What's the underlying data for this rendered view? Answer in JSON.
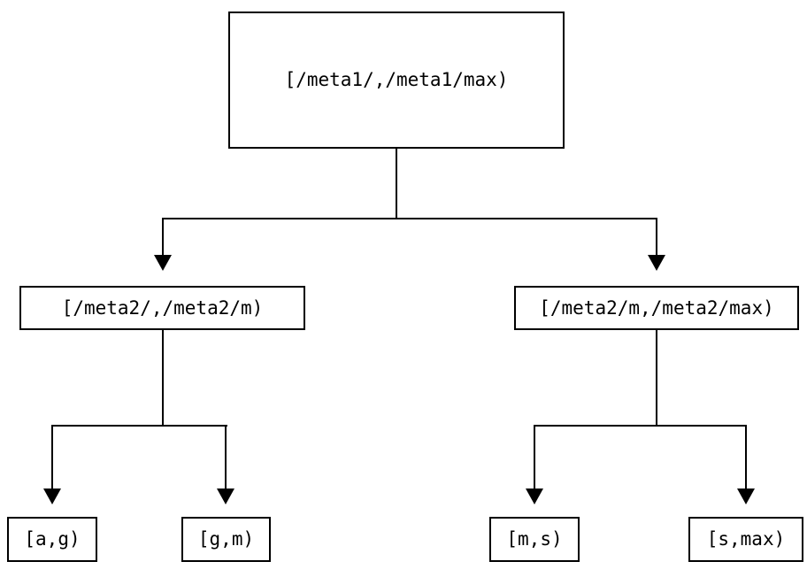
{
  "diagram": {
    "type": "binary-interval-tree",
    "colors": {
      "background": "#ffffff",
      "line": "#000000",
      "text": "#000000"
    },
    "nodes": {
      "root": {
        "label": "[/meta1/,/meta1/max)"
      },
      "meta2_low": {
        "label": "[/meta2/,/meta2/m)"
      },
      "meta2_high": {
        "label": "[/meta2/m,/meta2/max)"
      },
      "leaf_ag": {
        "label": "[a,g)"
      },
      "leaf_gm": {
        "label": "[g,m)"
      },
      "leaf_ms": {
        "label": "[m,s)"
      },
      "leaf_smax": {
        "label": "[s,max)"
      }
    },
    "edges": [
      {
        "from": "root",
        "to": "meta2_low"
      },
      {
        "from": "root",
        "to": "meta2_high"
      },
      {
        "from": "meta2_low",
        "to": "leaf_ag"
      },
      {
        "from": "meta2_low",
        "to": "leaf_gm"
      },
      {
        "from": "meta2_high",
        "to": "leaf_ms"
      },
      {
        "from": "meta2_high",
        "to": "leaf_smax"
      }
    ]
  }
}
